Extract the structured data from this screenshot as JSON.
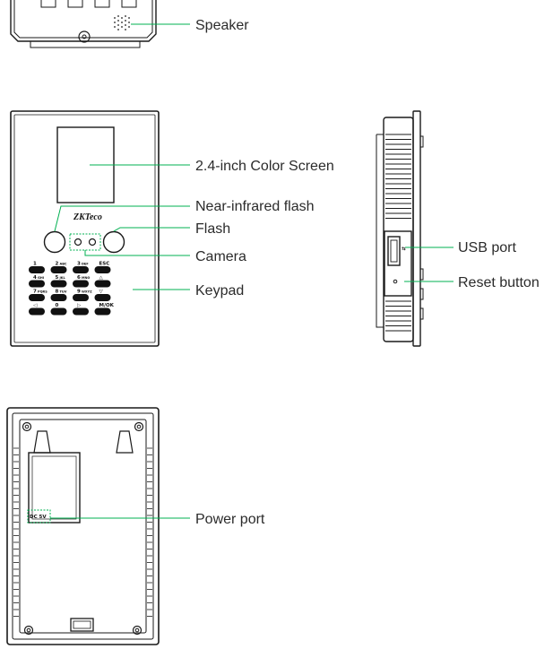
{
  "labels": {
    "speaker": "Speaker",
    "screen": "2.4-inch Color Screen",
    "nir_flash": "Near-infrared flash",
    "flash": "Flash",
    "camera": "Camera",
    "keypad": "Keypad",
    "usb_port": "USB port",
    "reset_button": "Reset button",
    "power_port": "Power port"
  },
  "device": {
    "logo": "ZKTeco",
    "keys": [
      {
        "main": "1",
        "sub": ""
      },
      {
        "main": "2",
        "sub": "ABC"
      },
      {
        "main": "3",
        "sub": "DEF"
      },
      {
        "main": "ESC",
        "sub": ""
      },
      {
        "main": "4",
        "sub": "GHI"
      },
      {
        "main": "5",
        "sub": "JKL"
      },
      {
        "main": "6",
        "sub": "MNO"
      },
      {
        "main": "△",
        "sub": ""
      },
      {
        "main": "7",
        "sub": "PQRS"
      },
      {
        "main": "8",
        "sub": "TUV"
      },
      {
        "main": "9",
        "sub": "WXYZ"
      },
      {
        "main": "▽",
        "sub": ""
      },
      {
        "main": "◁",
        "sub": ""
      },
      {
        "main": "0",
        "sub": ""
      },
      {
        "main": "▷",
        "sub": ""
      },
      {
        "main": "M/OK",
        "sub": ""
      }
    ],
    "power_marking": "DC 5V"
  },
  "colors": {
    "leader": "#00b050",
    "outline": "#1a1a1a",
    "label_text": "#2b2b2b"
  }
}
